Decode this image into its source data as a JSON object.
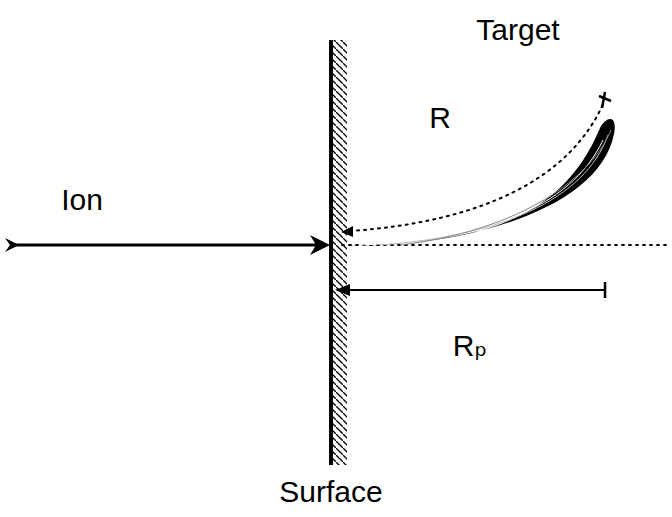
{
  "diagram": {
    "labels": [
      "Target",
      "R",
      "Ion",
      "Rₚ",
      "Surface"
    ]
  }
}
